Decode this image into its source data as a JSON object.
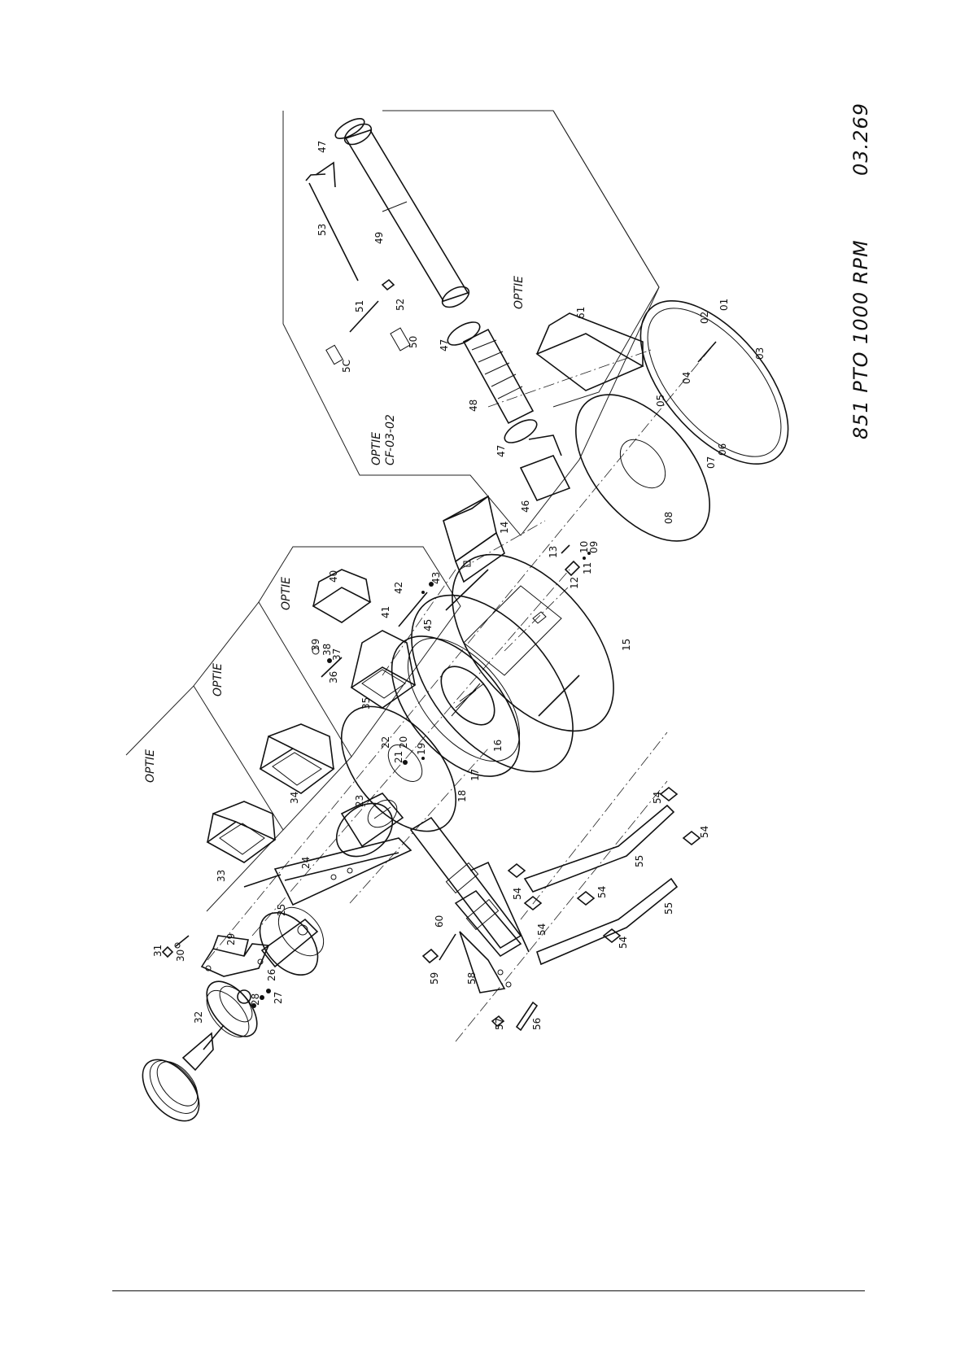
{
  "sheet": {
    "drawing_title": "851 PTO 1000 RPM",
    "drawing_number": "03.269"
  },
  "options": {
    "optie_label": "OPTIE",
    "optie_cf_line1": "OPTIE",
    "optie_cf_line2": "CF-03-02"
  },
  "parts": {
    "p01": "01",
    "p02": "02",
    "p03": "03",
    "p04": "04",
    "p05": "05",
    "p06": "06",
    "p07": "07",
    "p08": "08",
    "p09": "09",
    "p10": "10",
    "p11": "11",
    "p12": "12",
    "p13": "13",
    "p14": "14",
    "p15": "15",
    "p16": "16",
    "p17": "17",
    "p18": "18",
    "p19": "19",
    "p20": "20",
    "p21": "21",
    "p22": "22",
    "p23": "23",
    "p24": "24",
    "p25": "25",
    "p26": "26",
    "p27": "27",
    "p28": "28",
    "p29": "29",
    "p30": "30",
    "p31": "31",
    "p32": "32",
    "p33": "33",
    "p34": "34",
    "p35": "35",
    "p36": "36",
    "p37": "37",
    "p38": "38",
    "p39": "39",
    "p40": "40",
    "p41": "41",
    "p42": "42",
    "p43": "43",
    "p45": "45",
    "p46": "46",
    "p47": "47",
    "p48": "48",
    "p49": "49",
    "p50": "50",
    "p51": "51",
    "p52": "52",
    "p53": "53",
    "p54": "54",
    "p55": "55",
    "p56": "56",
    "p57": "57",
    "p58": "58",
    "p59": "59",
    "p60": "60",
    "p61": "61",
    "p5c": "5C"
  }
}
